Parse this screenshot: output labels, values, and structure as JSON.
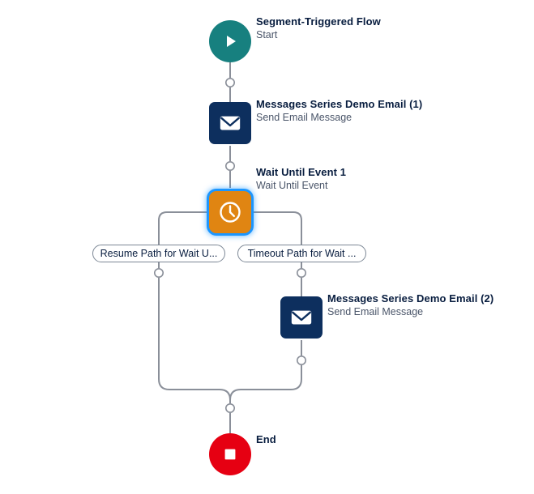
{
  "canvas": {
    "background": "#ffffff",
    "connector_color": "#8a8f99",
    "selection_color": "#1b96ff"
  },
  "nodes": [
    {
      "id": "start",
      "icon": "play-icon",
      "shape": "circle",
      "color": "#17807f",
      "title": "Segment-Triggered Flow",
      "subtitle": "Start",
      "selected": false
    },
    {
      "id": "email-1",
      "icon": "envelope-icon",
      "shape": "square",
      "color": "#0d2f5e",
      "title": "Messages Series Demo Email (1)",
      "subtitle": "Send Email Message",
      "selected": false
    },
    {
      "id": "wait-1",
      "icon": "clock-icon",
      "shape": "square",
      "color": "#e08512",
      "title": "Wait Until Event 1",
      "subtitle": "Wait Until Event",
      "selected": true
    },
    {
      "id": "email-2",
      "icon": "envelope-icon",
      "shape": "square",
      "color": "#0d2f5e",
      "title": "Messages Series Demo Email (2)",
      "subtitle": "Send Email Message",
      "selected": false
    },
    {
      "id": "end",
      "icon": "stop-icon",
      "shape": "circle",
      "color": "#e60012",
      "title": "End",
      "subtitle": "",
      "selected": false
    }
  ],
  "paths": [
    {
      "id": "resume-path",
      "label": "Resume Path for Wait U..."
    },
    {
      "id": "timeout-path",
      "label": "Timeout Path for Wait ..."
    }
  ],
  "connector_buttons": [
    {
      "id": "add-after-start"
    },
    {
      "id": "add-after-email-1"
    },
    {
      "id": "add-on-resume-path"
    },
    {
      "id": "add-on-timeout-path"
    },
    {
      "id": "add-after-email-2"
    },
    {
      "id": "add-before-end"
    }
  ]
}
